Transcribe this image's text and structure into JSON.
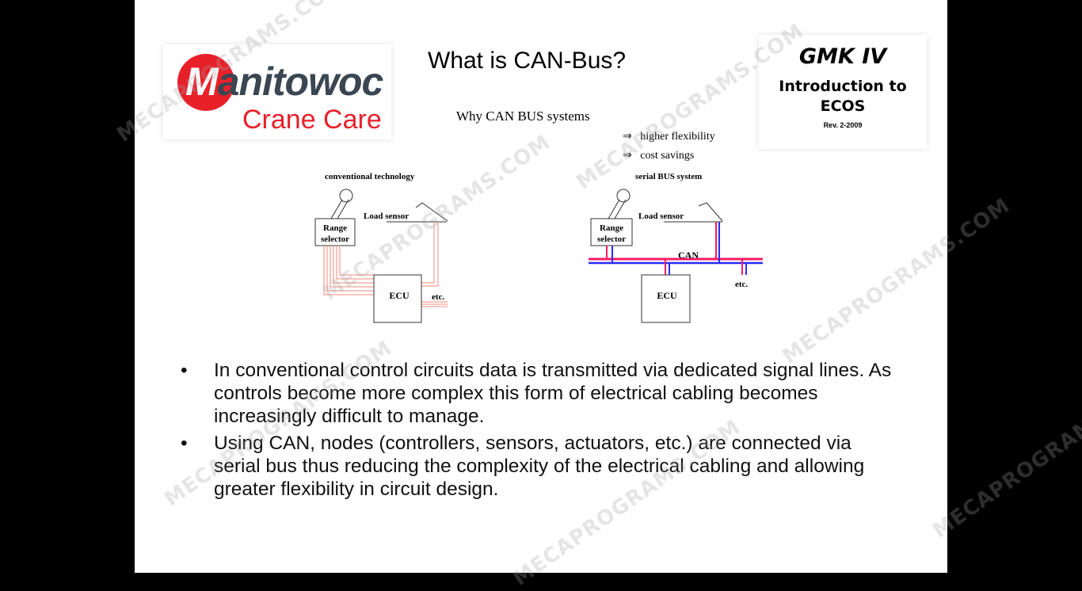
{
  "logo": {
    "brand_initial": "M",
    "brand_rest": "anitowoc",
    "sub": "Crane Care"
  },
  "title": "What is CAN-Bus?",
  "badge": {
    "model": "GMK IV",
    "line1": "Introduction to",
    "line2": "ECOS",
    "rev": "Rev. 2-2009"
  },
  "diagram": {
    "heading": "Why CAN BUS systems",
    "benefits": [
      "higher flexibility",
      "cost savings"
    ],
    "arrow": "⇒",
    "left": {
      "title": "conventional technology",
      "load_sensor": "Load sensor",
      "range1": "Range",
      "range2": "selector",
      "ecu": "ECU",
      "etc": "etc."
    },
    "right": {
      "title": "serial BUS system",
      "load_sensor": "Load sensor",
      "range1": "Range",
      "range2": "selector",
      "can": "CAN",
      "ecu": "ECU",
      "etc": "etc."
    }
  },
  "bullets": [
    "In conventional control circuits data is transmitted via dedicated signal lines.  As controls become more complex this form of electrical cabling becomes increasingly difficult to manage.",
    "Using CAN, nodes (controllers, sensors, actuators, etc.) are connected via serial bus thus reducing the complexity of the electrical cabling and allowing greater flexibility in circuit design."
  ],
  "bullet_char": "•",
  "watermark": "MECAPROGRAMS.COM",
  "colors": {
    "red": "#e8202a",
    "can_red": "#ff1a66",
    "can_blue": "#2a2aff",
    "wire": "#f58a7a"
  }
}
